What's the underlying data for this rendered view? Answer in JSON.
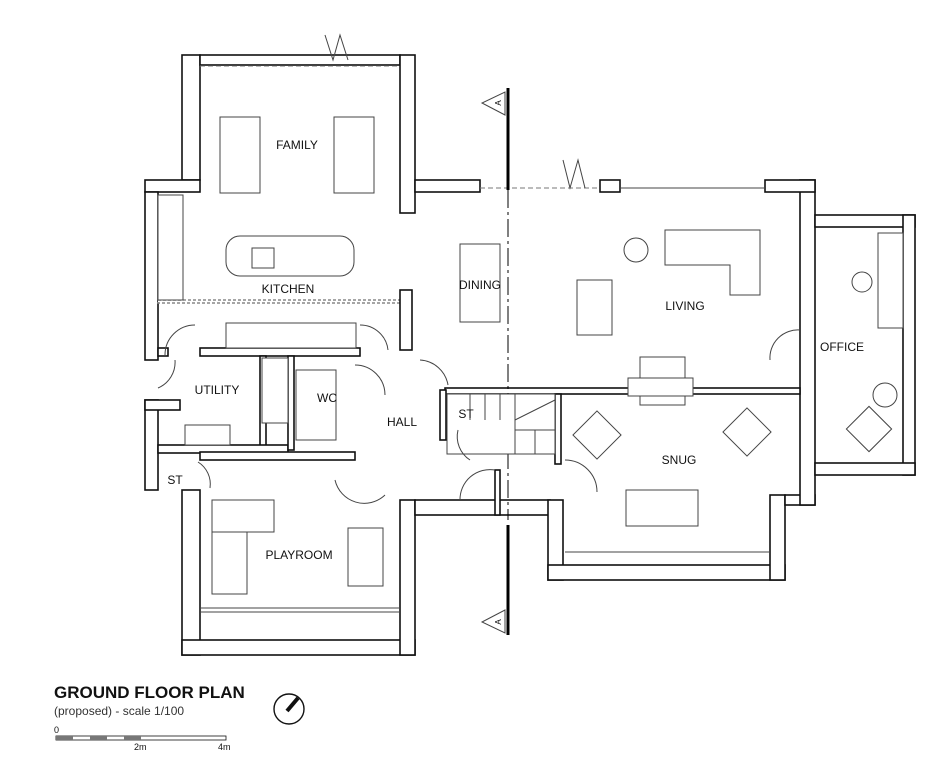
{
  "title": "GROUND FLOOR PLAN",
  "subtitle": "(proposed) - scale 1/100",
  "scale_bar": {
    "zero": "0",
    "mid": "2m",
    "end": "4m"
  },
  "section_marker": "A",
  "rooms": {
    "family": "FAMILY",
    "kitchen": "KITCHEN",
    "dining": "DINING",
    "living": "LIVING",
    "office": "OFFICE",
    "utility": "UTILITY",
    "wc": "WC",
    "hall": "HALL",
    "store_hall": "ST",
    "store_utility": "ST",
    "snug": "SNUG",
    "playroom": "PLAYROOM"
  }
}
